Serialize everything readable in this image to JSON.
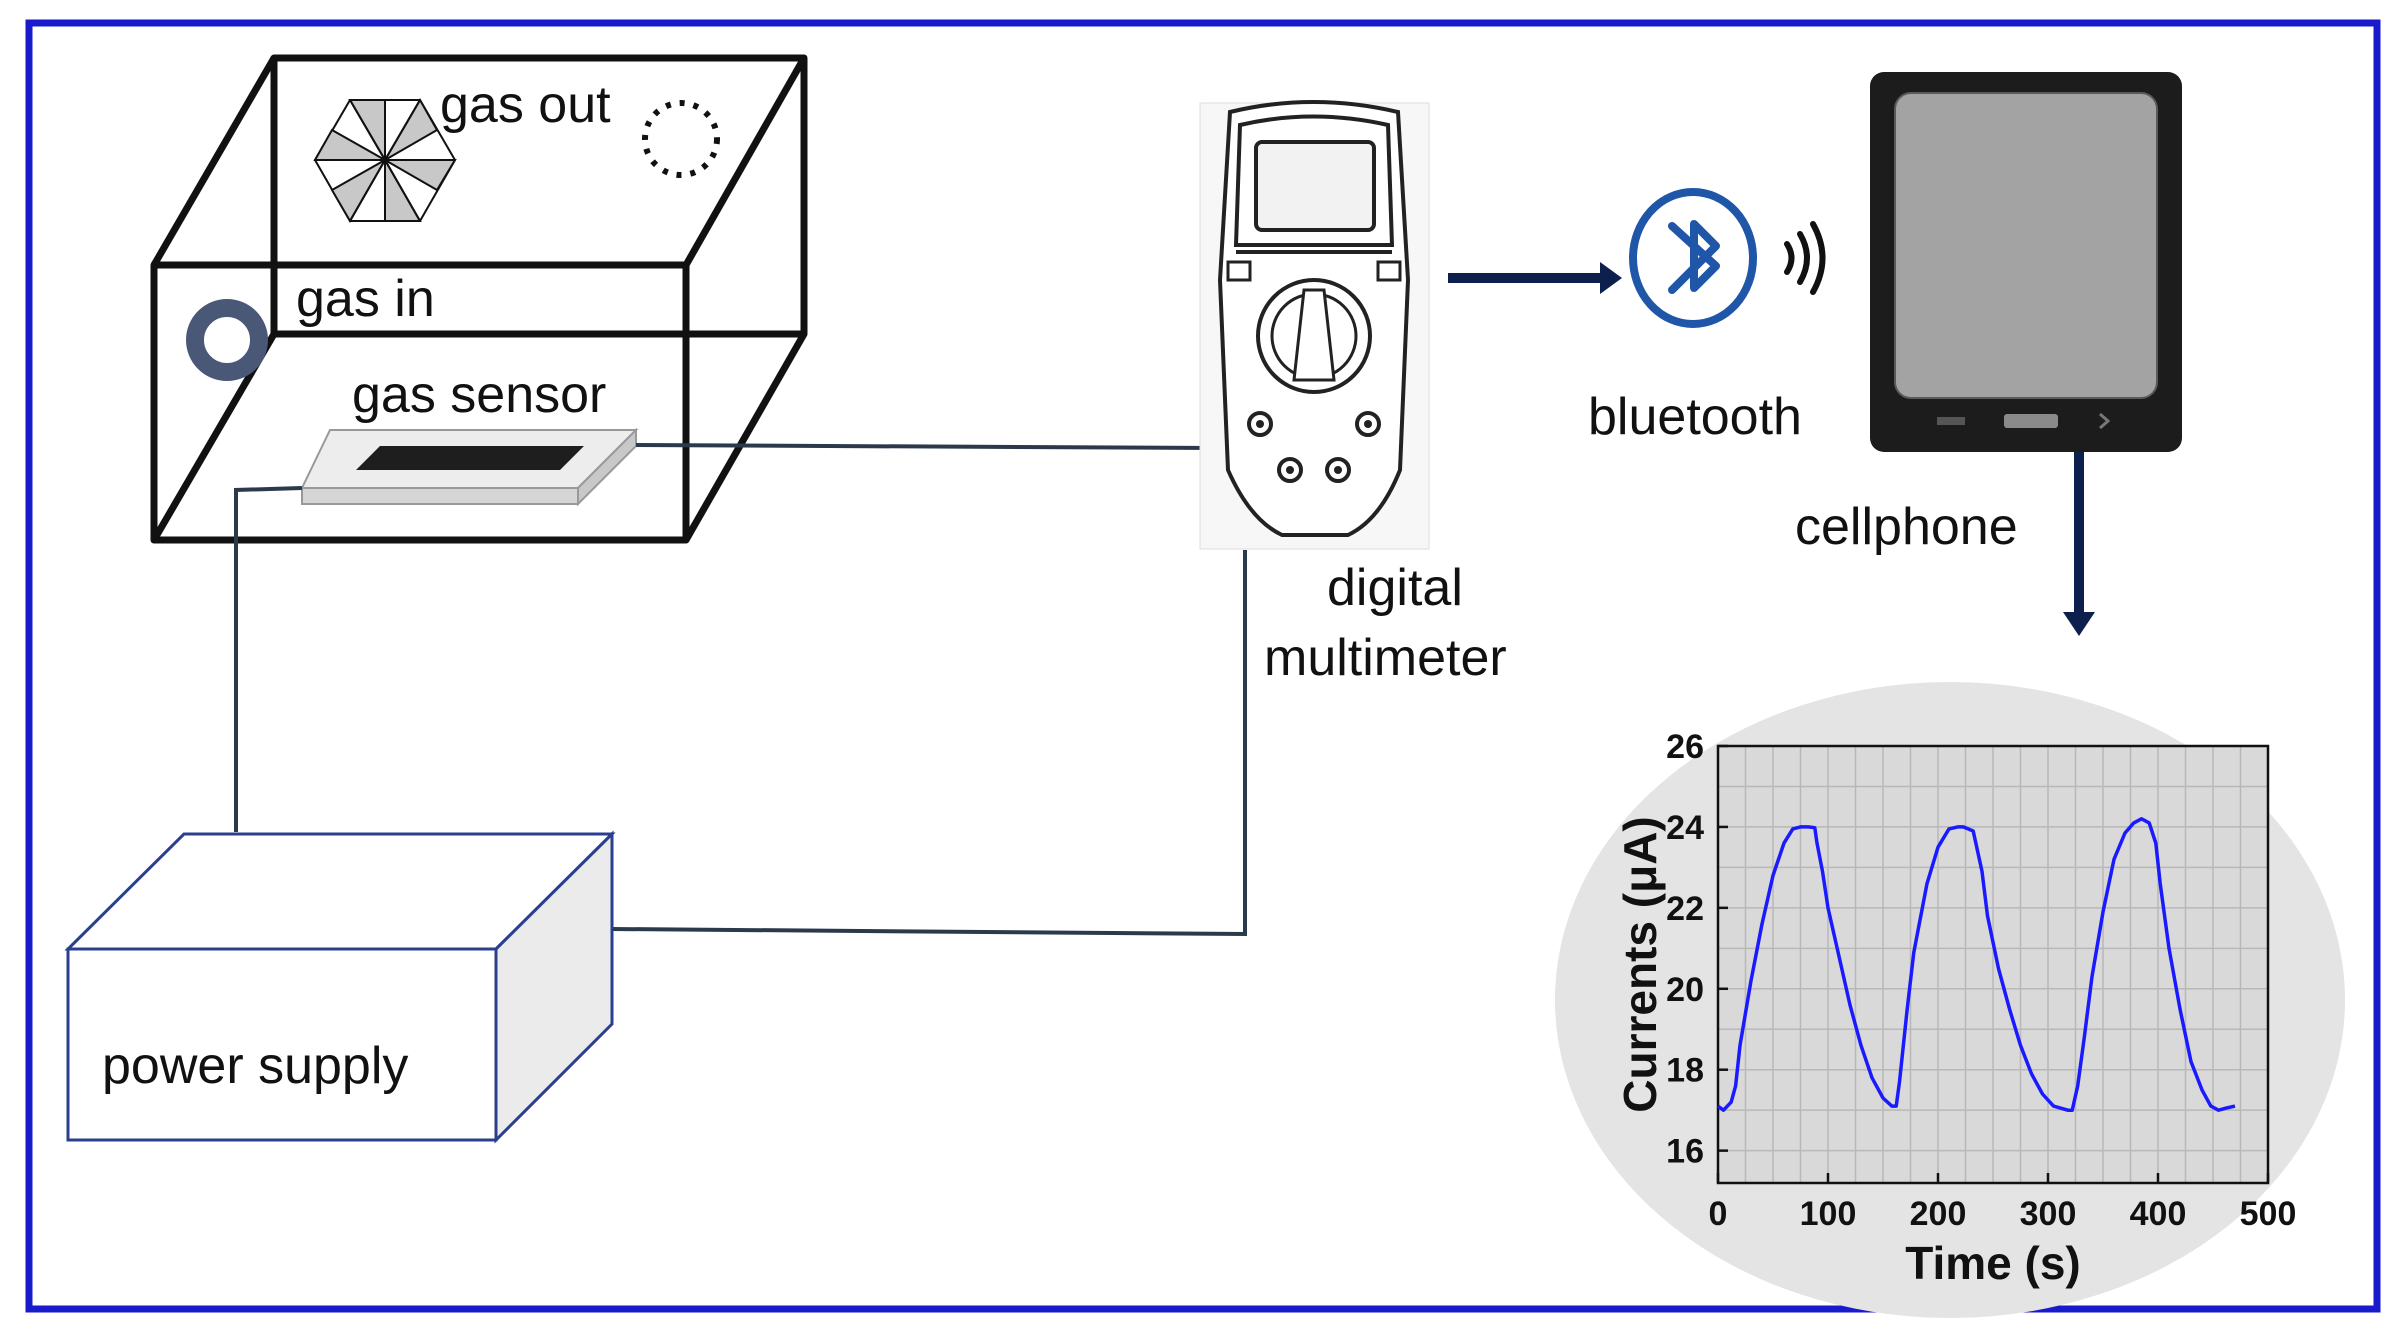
{
  "labels": {
    "gas_out": "gas out",
    "gas_in": "gas in",
    "gas_sensor": "gas sensor",
    "digital": "digital",
    "multimeter": "multimeter",
    "bluetooth": "bluetooth",
    "cellphone": "cellphone",
    "power_supply": "power supply"
  },
  "colors": {
    "frame": "#1a1acd",
    "line": "#111111",
    "wire": "#2a3a4a",
    "bluetooth": "#1f56a8",
    "series": "#1a1aff",
    "ellipse": "#e4e4e4"
  },
  "chart_data": {
    "type": "line",
    "xlabel": "Time (s)",
    "ylabel": "Currents (μA)",
    "xlim": [
      0,
      500
    ],
    "ylim": [
      15.2,
      26
    ],
    "xticks": [
      0,
      100,
      200,
      300,
      400,
      500
    ],
    "yticks": [
      16,
      18,
      20,
      22,
      24,
      26
    ],
    "grid": true,
    "series": [
      {
        "x": [
          0,
          5,
          12,
          16,
          20,
          30,
          40,
          50,
          60,
          68,
          75,
          82,
          88,
          90,
          95,
          100,
          110,
          120,
          130,
          140,
          150,
          158,
          162,
          165,
          172,
          178,
          190,
          200,
          210,
          218,
          223,
          232,
          240,
          245,
          255,
          265,
          275,
          285,
          295,
          305,
          318,
          322,
          327,
          333,
          340,
          350,
          360,
          370,
          378,
          385,
          392,
          398,
          402,
          410,
          420,
          430,
          440,
          448,
          455,
          462,
          470
        ],
        "y": [
          17.1,
          17.0,
          17.2,
          17.6,
          18.6,
          20.2,
          21.6,
          22.8,
          23.6,
          23.95,
          24.0,
          24.0,
          23.98,
          23.6,
          22.9,
          22.0,
          20.8,
          19.6,
          18.6,
          17.8,
          17.3,
          17.1,
          17.1,
          17.7,
          19.5,
          20.9,
          22.6,
          23.5,
          23.95,
          24.0,
          24.0,
          23.9,
          22.9,
          21.8,
          20.5,
          19.5,
          18.6,
          17.9,
          17.4,
          17.1,
          17.0,
          17.0,
          17.6,
          18.8,
          20.3,
          21.9,
          23.2,
          23.85,
          24.1,
          24.2,
          24.1,
          23.6,
          22.6,
          21.0,
          19.5,
          18.2,
          17.5,
          17.1,
          17.0,
          17.05,
          17.1
        ]
      }
    ]
  }
}
